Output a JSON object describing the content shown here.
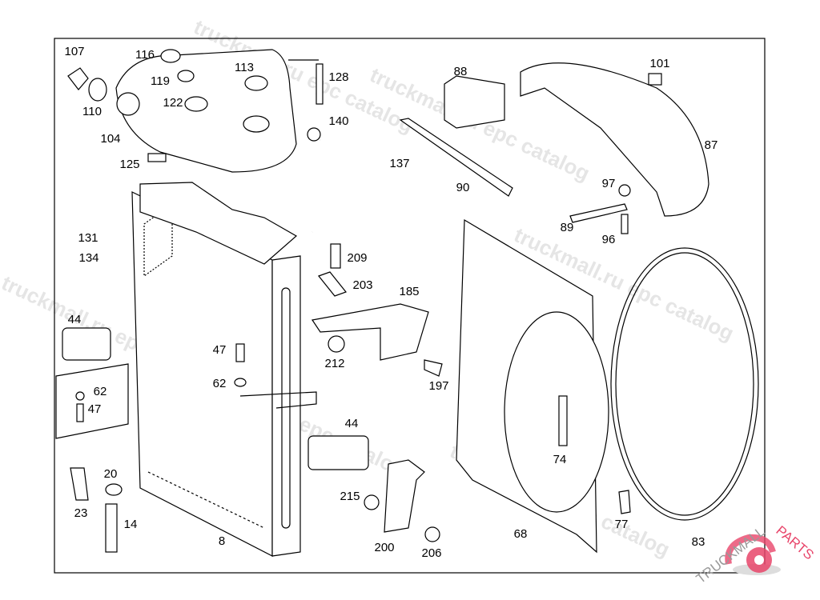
{
  "diagram": {
    "callouts": [
      "107",
      "116",
      "113",
      "128",
      "119",
      "122",
      "110",
      "104",
      "140",
      "125",
      "137",
      "88",
      "101",
      "87",
      "90",
      "97",
      "89",
      "96",
      "131",
      "134",
      "209",
      "203",
      "185",
      "44",
      "47",
      "212",
      "62",
      "62",
      "47",
      "197",
      "44",
      "20",
      "74",
      "215",
      "23",
      "14",
      "77",
      "68",
      "8",
      "200",
      "206",
      "83"
    ]
  },
  "watermark": {
    "text": "truckmall.ru epc catalog"
  },
  "logo": {
    "text": "TRUCKMALLPARTS",
    "brand_part_1": "TRUCKMALL",
    "brand_part_2": "PARTS",
    "gear_color": "#e8456a",
    "text_color_1": "#999999",
    "text_color_2": "#e8456a"
  }
}
